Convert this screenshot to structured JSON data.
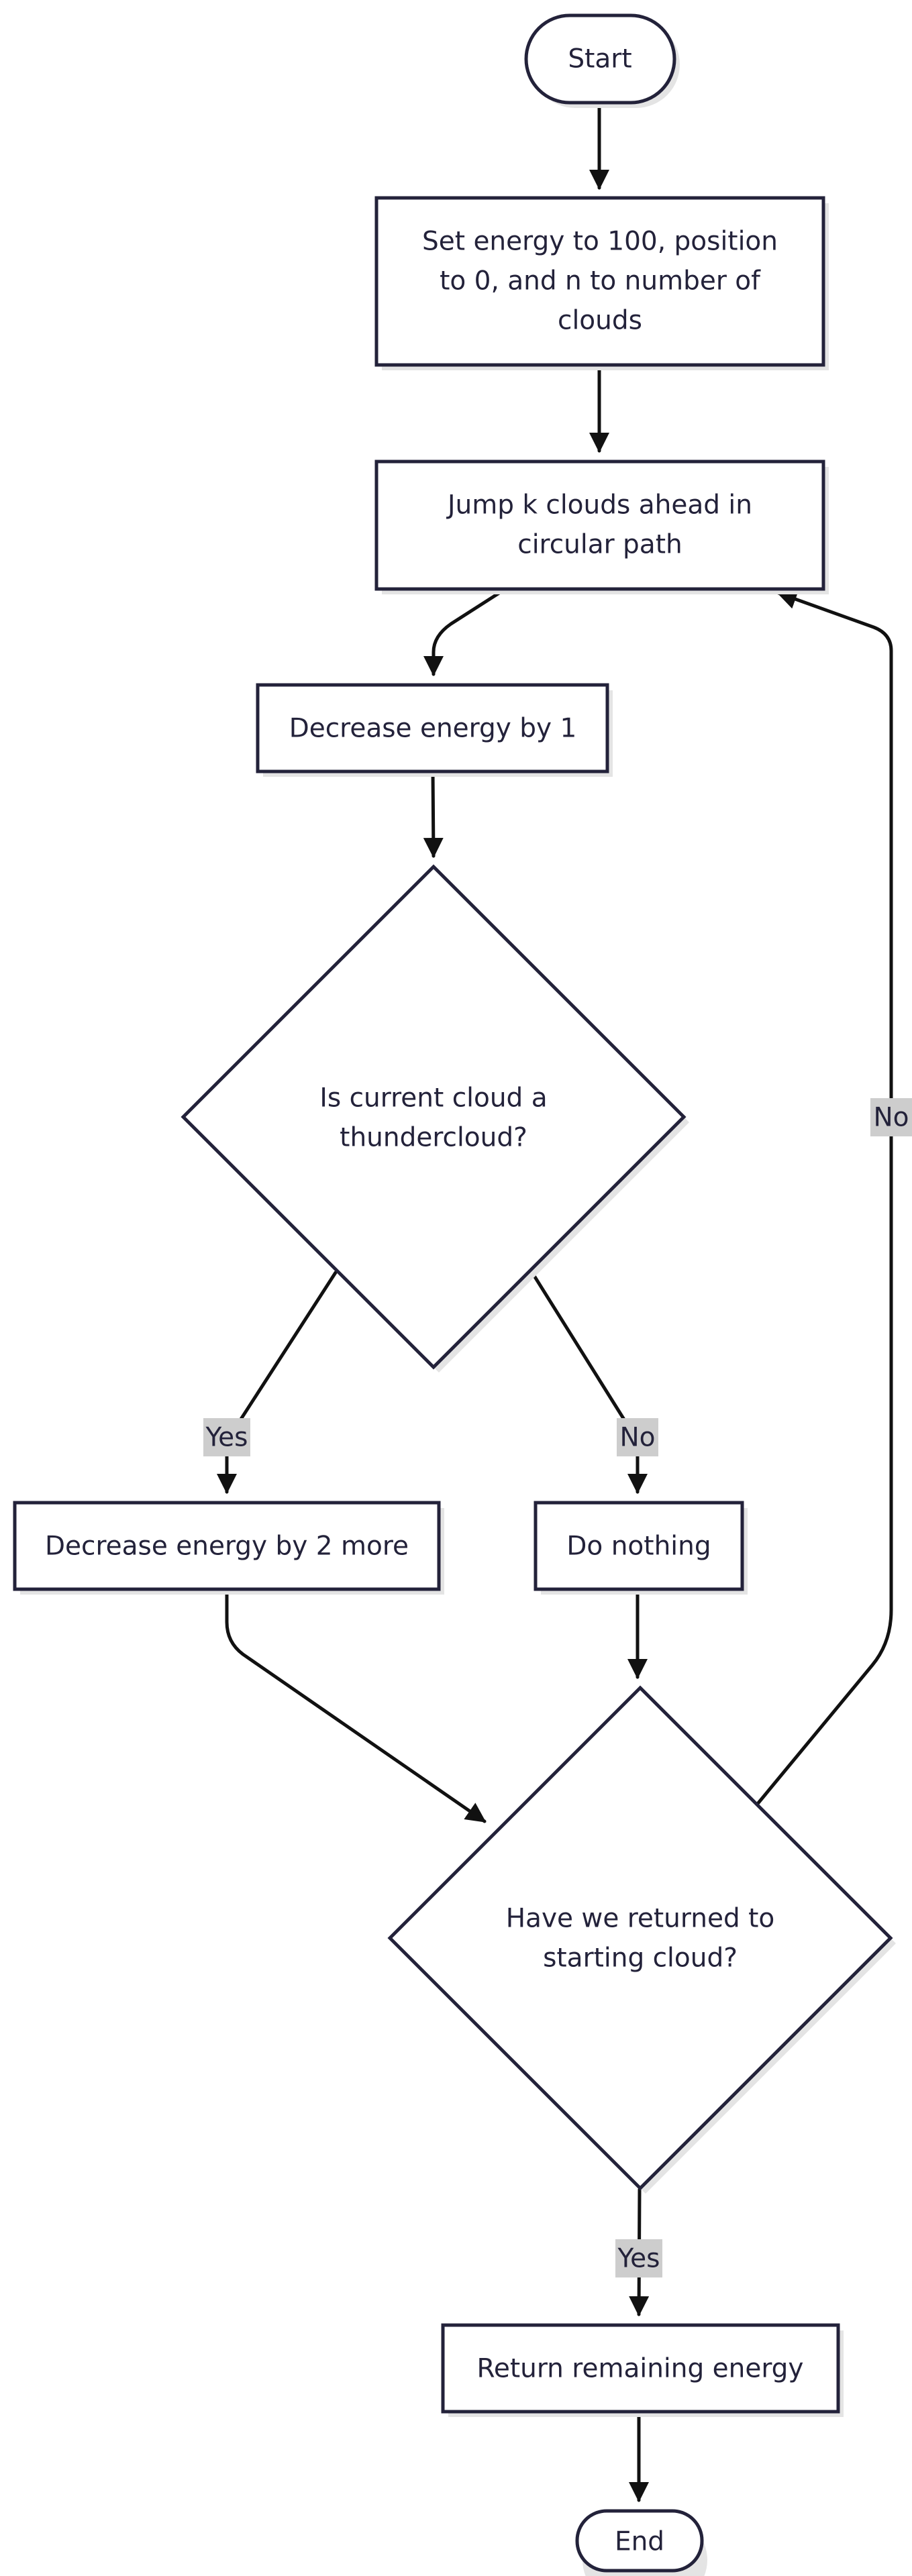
{
  "nodes": {
    "start": {
      "label": "Start"
    },
    "init": {
      "lines": [
        "Set energy to 100, position",
        "to 0, and n to number of",
        "clouds"
      ]
    },
    "jump": {
      "lines": [
        "Jump k clouds ahead in",
        "circular path"
      ]
    },
    "decrease1": {
      "label": "Decrease energy by 1"
    },
    "is_thunder": {
      "lines": [
        "Is current cloud a",
        "thundercloud?"
      ]
    },
    "decrease2": {
      "label": "Decrease energy by 2 more"
    },
    "do_nothing": {
      "label": "Do nothing"
    },
    "returned": {
      "lines": [
        "Have we returned to",
        "starting cloud?"
      ]
    },
    "return_energy": {
      "label": "Return remaining energy"
    },
    "end": {
      "label": "End"
    }
  },
  "edge_labels": {
    "thunder_yes": "Yes",
    "thunder_no": "No",
    "returned_no": "No",
    "returned_yes": "Yes"
  },
  "colors": {
    "node_stroke": "#23223a",
    "edge_stroke": "#111111",
    "label_background": "#cdcdcd"
  }
}
